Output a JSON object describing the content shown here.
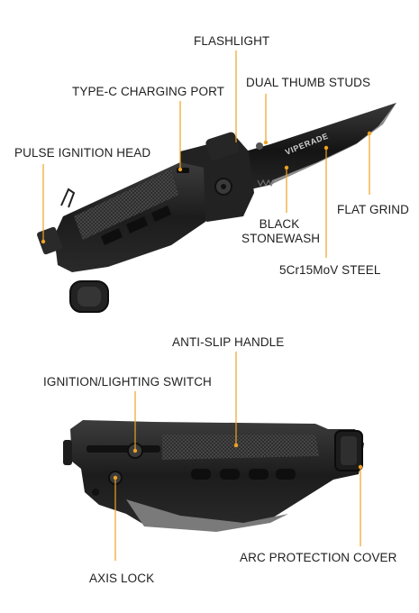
{
  "labels": {
    "flashlight": "FLASHLIGHT",
    "dual_thumb_studs": "DUAL THUMB STUDS",
    "type_c_port": "TYPE-C CHARGING PORT",
    "pulse_ignition_head": "PULSE IGNITION HEAD",
    "flat_grind": "FLAT GRIND",
    "black_stonewash_line1": "BLACK",
    "black_stonewash_line2": "STONEWASH",
    "steel": "5Cr15MoV STEEL",
    "anti_slip_handle": "ANTI-SLIP HANDLE",
    "ignition_switch": "IGNITION/LIGHTING SWITCH",
    "axis_lock": "AXIS LOCK",
    "arc_protection_cover": "ARC PROTECTION COVER"
  },
  "blade_brand": "VIPERADE",
  "colors": {
    "accent": "#f0a223",
    "text": "#1f1f1f",
    "knife_dark": "#1b1b1b",
    "knife_mid": "#2e2e2e",
    "blade_edge": "#9a9a9a"
  }
}
